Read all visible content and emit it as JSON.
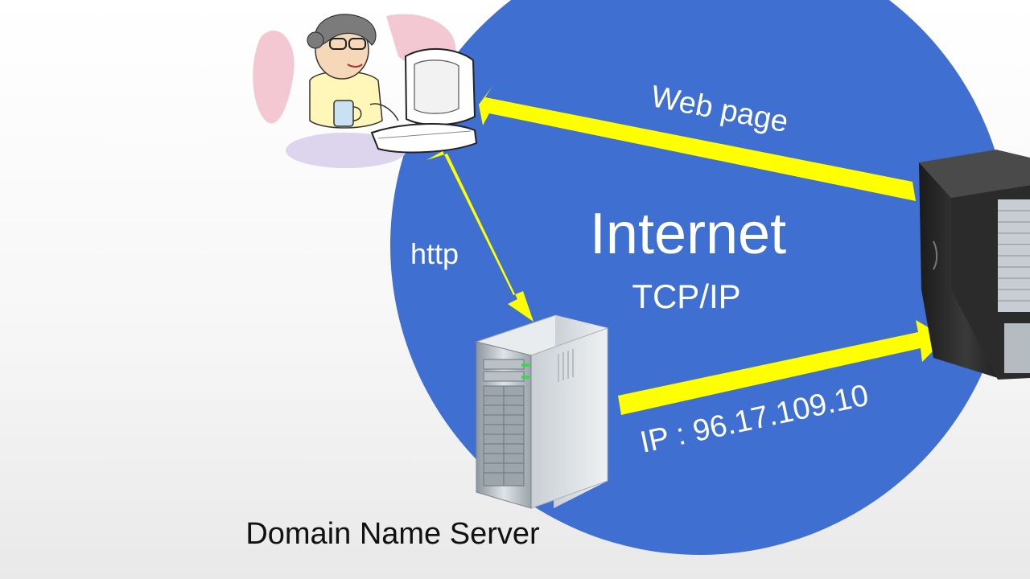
{
  "diagram": {
    "cloud_label": "Internet",
    "protocol_label": "TCP/IP",
    "request_label": "http",
    "response_label": "Web page",
    "ip_label": "IP : 96.17.109.10",
    "dns_label": "Domain Name Server"
  },
  "colors": {
    "internet_circle": "#3f6fd0",
    "arrow": "#ffff00",
    "accent_wedge": "#ee7022"
  },
  "icons": {
    "user": "person-at-computer-icon",
    "dns": "dns-server-tower-icon",
    "web_server": "web-server-tower-icon"
  }
}
